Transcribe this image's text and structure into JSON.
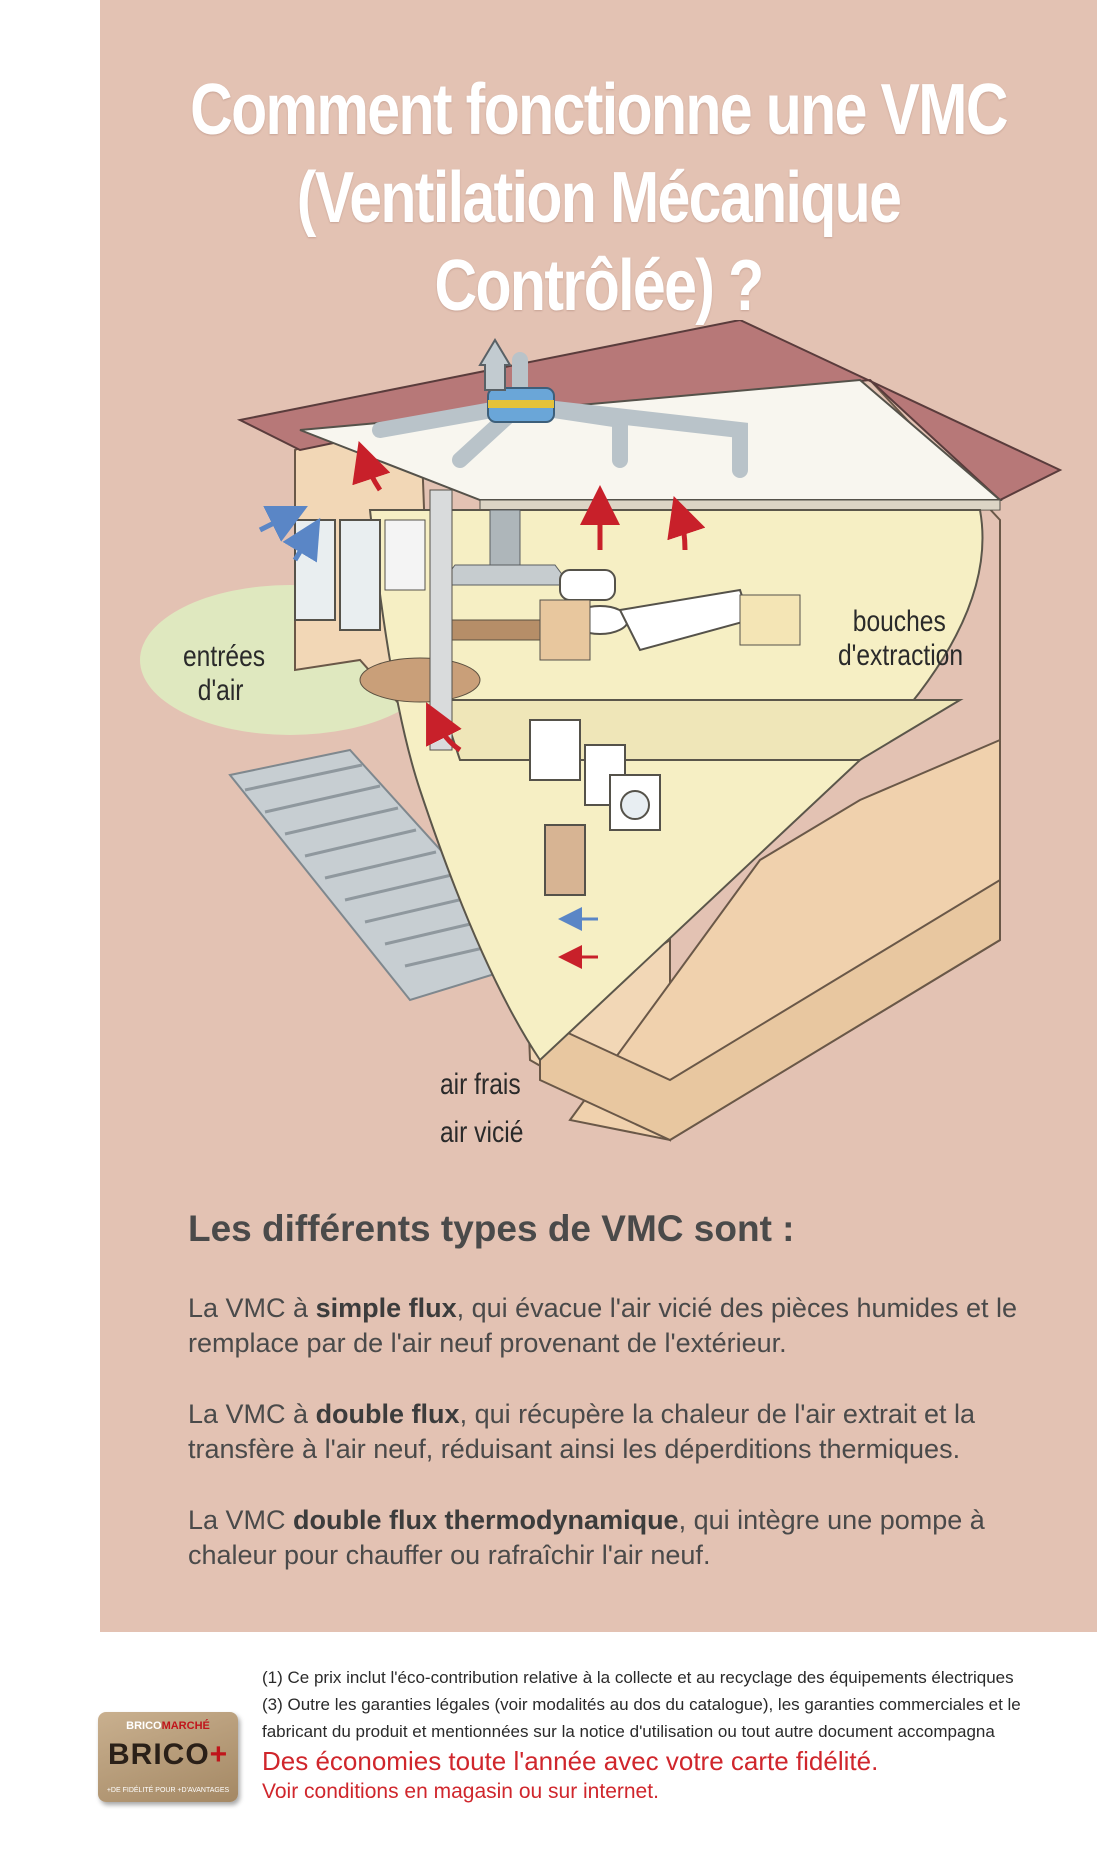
{
  "title": {
    "line1": "Comment fonctionne une VMC",
    "line2": "(Ventilation Mécanique",
    "line3": "Contrôlée) ?"
  },
  "diagram": {
    "label_entrees_1": "entrées",
    "label_entrees_2": "d'air",
    "label_bouches_1": "bouches",
    "label_bouches_2": "d'extraction",
    "legend_air_frais": "air frais",
    "legend_air_vicie": "air vicié",
    "colors": {
      "air_frais": "#5a86c6",
      "air_vicie": "#c8202a",
      "background": "#e3c2b3",
      "roof": "#b77878",
      "wall": "#f2d7b6",
      "interior": "#f6efc4"
    }
  },
  "types": {
    "title": "Les différents types de VMC sont :",
    "simple": {
      "pre": "La VMC à ",
      "bold": "simple flux",
      "post": ", qui évacue l'air vicié des pièces humides et le remplace par de l'air neuf provenant de l'extérieur."
    },
    "double": {
      "pre": "La VMC à ",
      "bold": "double flux",
      "post": ", qui récupère la chaleur de l'air extrait et la transfère à l'air neuf, réduisant ainsi les déperditions thermiques."
    },
    "thermo": {
      "pre": "La VMC ",
      "bold": "double flux thermodynamique",
      "post": ", qui intègre une pompe à chaleur pour chauffer ou rafraîchir l'air neuf."
    }
  },
  "footer": {
    "note1": "(1) Ce prix inclut l'éco-contribution relative à la collecte et au recyclage des équipements électriques",
    "note3": "(3) Outre les garanties légales (voir modalités au dos du catalogue), les garanties commerciales et le",
    "note3b": "fabricant du produit et mentionnées sur la notice d'utilisation ou tout autre document accompagna",
    "promo": "Des économies toute l'année avec votre carte fidélité.",
    "conditions": "Voir conditions en magasin ou sur internet.",
    "card": {
      "top_a": "BRICO",
      "top_b": "MARCHÉ",
      "brand": "BRICO",
      "plus": "+",
      "bottom": "+DE FIDÉLITÉ POUR +D'AVANTAGES"
    }
  }
}
